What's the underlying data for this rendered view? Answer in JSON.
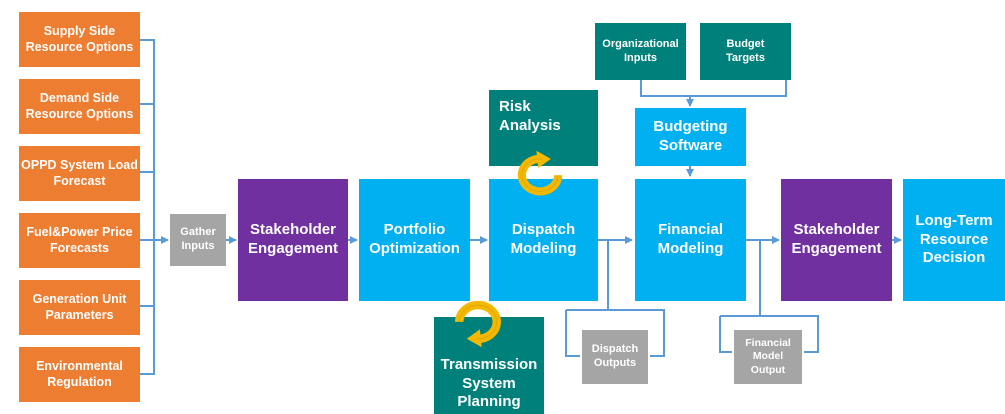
{
  "inputs": [
    {
      "id": "supply",
      "label": "Supply Side\nResource Options"
    },
    {
      "id": "demand",
      "label": "Demand Side\nResource Options"
    },
    {
      "id": "load",
      "label": "OPPD System Load\nForecast"
    },
    {
      "id": "fuel",
      "label": "Fuel&Power Price\nForecasts"
    },
    {
      "id": "generation",
      "label": "Generation Unit\nParameters"
    },
    {
      "id": "environmental",
      "label": "Environmental\nRegulation"
    }
  ],
  "gather_inputs": "Gather\nInputs",
  "stakeholder_engagement_1": "Stakeholder\nEngagement",
  "portfolio_optimization": "Portfolio\nOptimization",
  "dispatch_modeling": "Dispatch\nModeling",
  "risk_analysis": "Risk\nAnalysis",
  "transmission_system_planning": "Transmission\nSystem\nPlanning",
  "dispatch_outputs": "Dispatch\nOutputs",
  "organizational_inputs": "Organizational\nInputs",
  "budget_targets": "Budget\nTargets",
  "budgeting_software": "Budgeting\nSoftware",
  "financial_modeling": "Financial\nModeling",
  "financial_model_output": "Financial\nModel\nOutput",
  "stakeholder_engagement_2": "Stakeholder\nEngagement",
  "long_term_resource_decision": "Long-Term\nResource\nDecision",
  "colors": {
    "input_orange": "#ED7D31",
    "gray": "#A5A5A5",
    "purple": "#7030A0",
    "blue": "#00B0F0",
    "teal": "#00807A",
    "cycle_arrow": "#F5B800",
    "connector": "#5B9BD5"
  },
  "icons": {
    "cycle_arrows": "circular-arrow-icon"
  }
}
